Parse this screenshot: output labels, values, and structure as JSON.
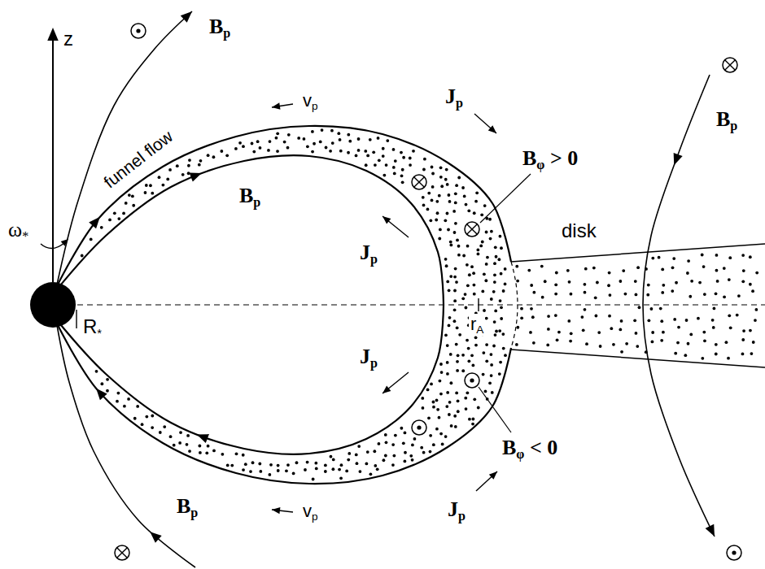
{
  "diagram": {
    "nodes": [
      {
        "text": [
          "disk"
        ]
      }
    ],
    "labels": [
      "Bp",
      "z",
      "Jp",
      "vp",
      "Bp",
      "Bφ > 0",
      "funnel flow",
      "Bp",
      "ω*",
      "Jp",
      "R*",
      "rA",
      "Jp",
      "Bφ < 0",
      "Jp",
      "vp",
      "Bp"
    ]
  }
}
